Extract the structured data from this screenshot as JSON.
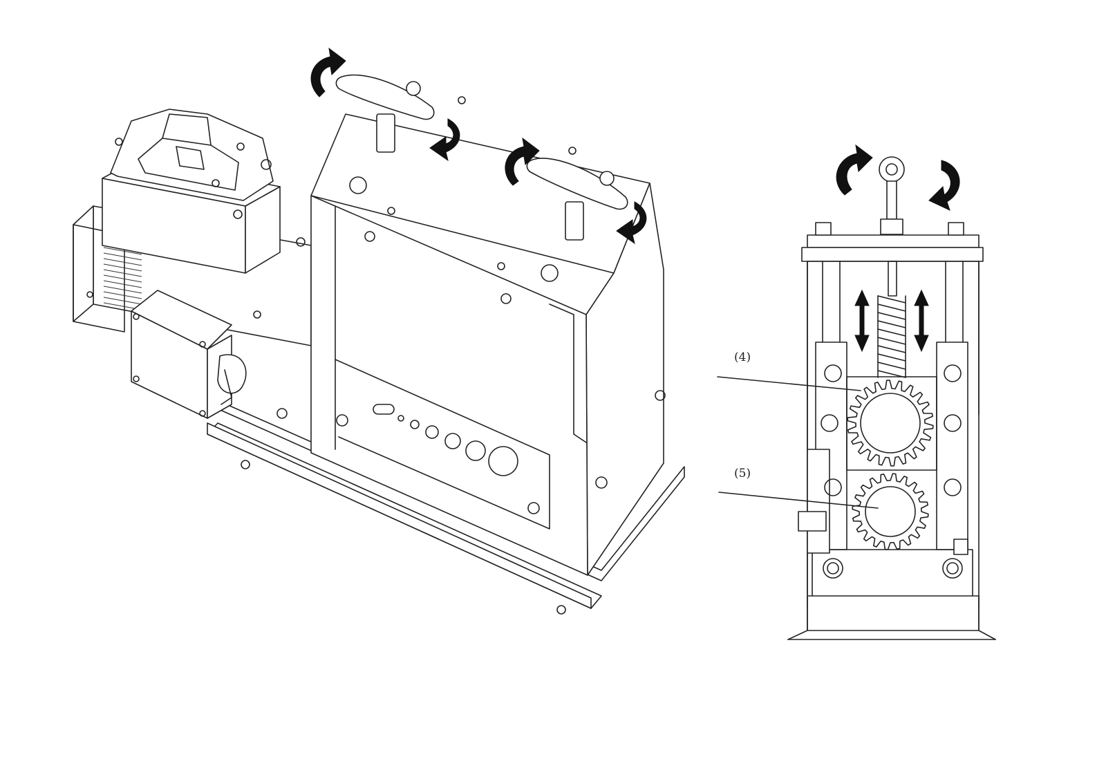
{
  "callouts": [
    {
      "id": "callout-4",
      "text": "(4)"
    },
    {
      "id": "callout-5",
      "text": "(5)"
    }
  ],
  "colors": {
    "line": "#222222",
    "background": "#ffffff",
    "arrow": "#111111"
  },
  "icons": [
    "rotate-cw-arrow-icon",
    "rotate-ccw-arrow-icon",
    "double-vertical-arrow-icon"
  ]
}
